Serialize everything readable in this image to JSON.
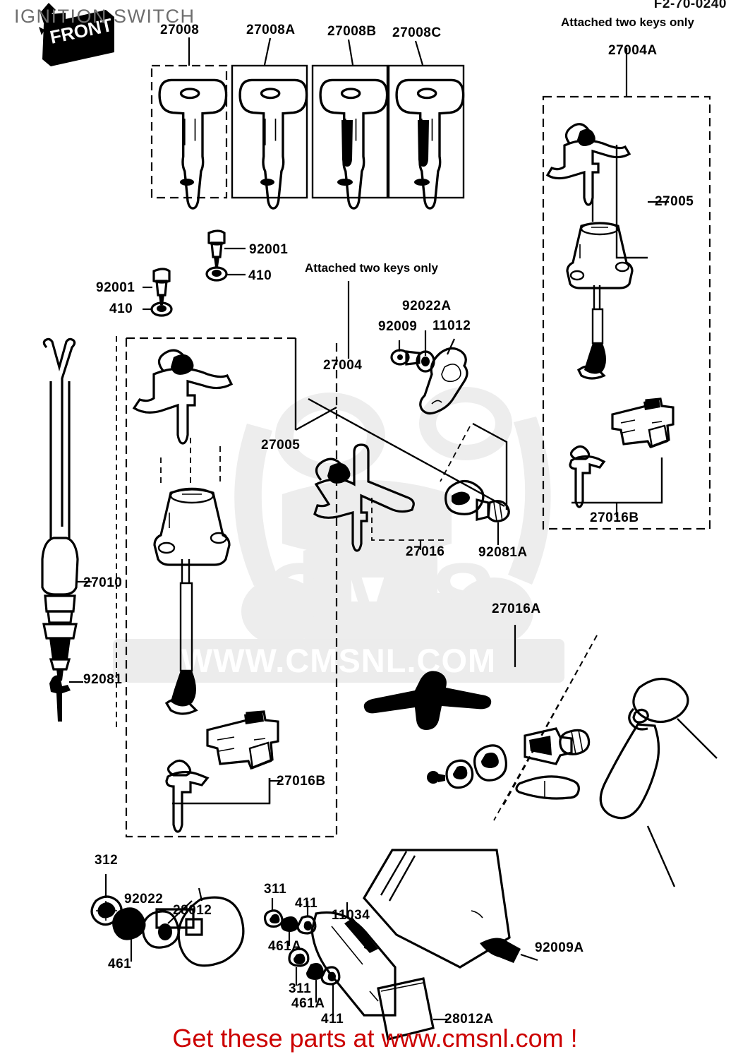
{
  "sheet": {
    "title": "IGNITION SWITCH",
    "part_code": "F2-70-0240",
    "front_marker": "FRONT",
    "banner": "Get these parts at www.cmsnl.com !",
    "watermark": {
      "logo": "CMS",
      "url": "WWW.CMSNL.COM"
    }
  },
  "notes": {
    "attached_keys_right": "Attached two keys only",
    "attached_keys_center": "Attached two keys only"
  },
  "key_cards": [
    {
      "ref": "27008",
      "name": "key-blank-card-1"
    },
    {
      "ref": "27008A",
      "name": "key-blank-card-2"
    },
    {
      "ref": "27008B",
      "name": "key-blank-card-3"
    },
    {
      "ref": "27008C",
      "name": "key-blank-card-4"
    }
  ],
  "callouts": {
    "right_panel_group": "27004A",
    "right_ignition_switch": "27005",
    "right_lock_set": "27016B",
    "bolt_upper": "92001",
    "washer_upper": "410",
    "bolt_lower": "92001",
    "washer_lower": "410",
    "center_group": "27004",
    "nut_92022a": "92022A",
    "screw_92009": "92009",
    "bracket_11012": "11012",
    "left_ignition_switch": "27005",
    "left_lock_set": "27016B",
    "cable_27010": "27010",
    "clip_92081": "92081",
    "lock_27016": "27016",
    "screw_92081a": "92081A",
    "lock_27016a": "27016A",
    "nut_312": "312",
    "washer_461": "461",
    "nut_92022": "92022",
    "mirror_28012": "28012",
    "bolt_311_upper": "311",
    "washer_411_upper": "411",
    "washer_461a_upper": "461A",
    "bracket_11034": "11034",
    "bolt_311_lower": "311",
    "washer_461a_lower": "461A",
    "washer_411_lower": "411",
    "screw_92009a": "92009A",
    "mirror_28012a": "28012A"
  }
}
